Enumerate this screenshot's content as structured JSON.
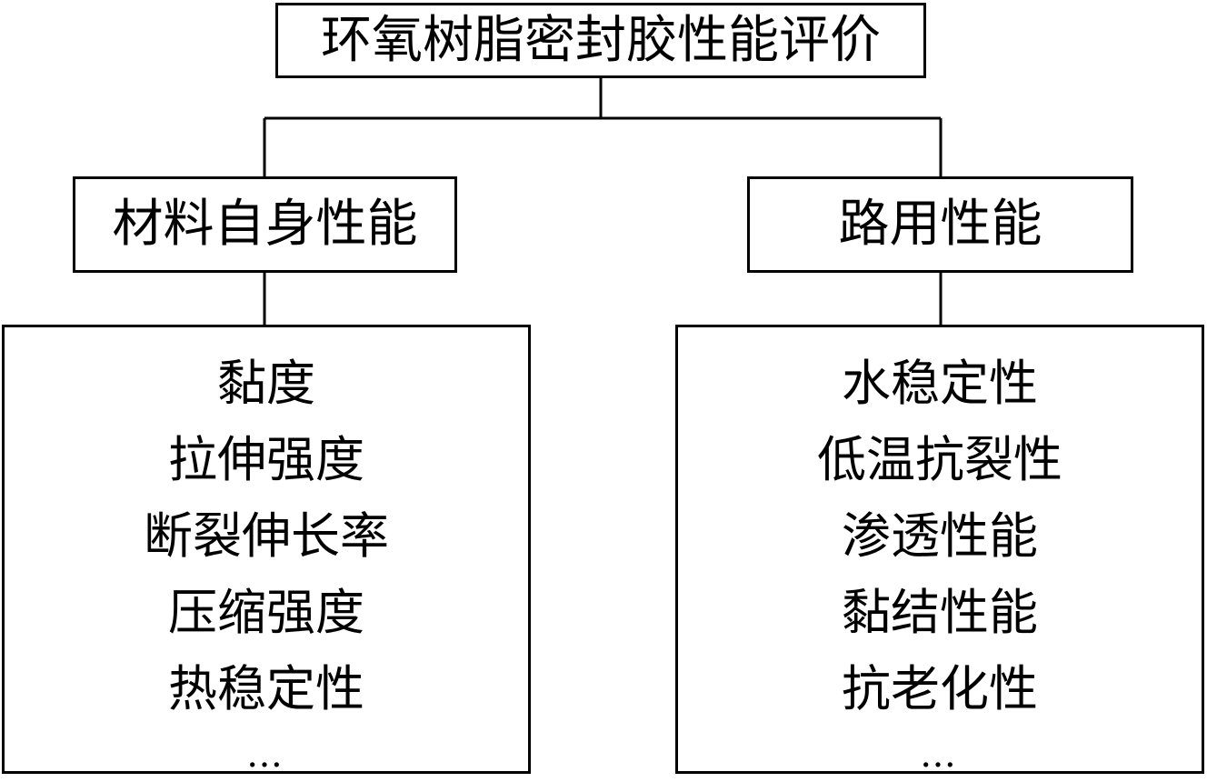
{
  "root": {
    "label": "环氧树脂密封胶性能评价"
  },
  "branches": [
    {
      "label": "材料自身性能",
      "items": [
        "黏度",
        "拉伸强度",
        "断裂伸长率",
        "压缩强度",
        "热稳定性",
        "…"
      ]
    },
    {
      "label": "路用性能",
      "items": [
        "水稳定性",
        "低温抗裂性",
        "渗透性能",
        "黏结性能",
        "抗老化性",
        "…"
      ]
    }
  ]
}
